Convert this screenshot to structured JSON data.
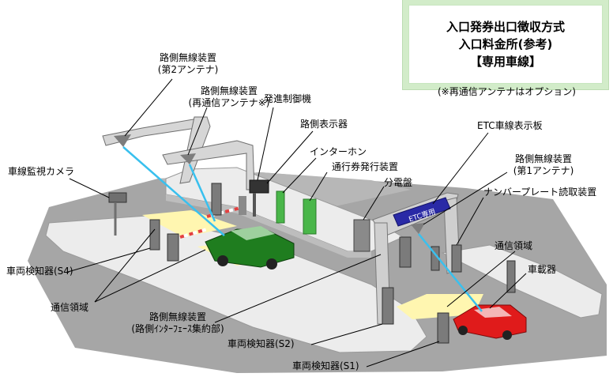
{
  "title": {
    "line1": "入口発券出口徴収方式",
    "line2": "入口料金所(参考)",
    "line3": "【専用車線】"
  },
  "note": "(※再通信アンテナはオプション)",
  "labels": {
    "antenna2_line1": "路側無線装置",
    "antenna2_line2": "(第2アンテナ)",
    "reantenna_line1": "路側無線装置",
    "reantenna_line2": "(再通信アンテナ※)",
    "departure_controller": "発進制御機",
    "roadside_display": "路側表示器",
    "interphone": "インターホン",
    "ticket_issuer": "通行券発行装置",
    "distribution_board": "分電盤",
    "etc_lane_sign": "ETC車線表示板",
    "antenna1_line1": "路側無線装置",
    "antenna1_line2": "(第1アンテナ)",
    "plate_reader": "ナンバープレート読取装置",
    "comm_area_right": "通信領域",
    "onboard_unit": "車載器",
    "lane_camera": "車線監視カメラ",
    "vehicle_detector_s4": "車両検知器(S4)",
    "comm_area_left": "通信領域",
    "interface_line1": "路側無線装置",
    "interface_line2": "(路側ｲﾝﾀｰﾌｪｰｽ集約部)",
    "vehicle_detector_s2": "車両検知器(S2)",
    "vehicle_detector_s1": "車両検知器(S1)"
  },
  "gantry_sign_text": "ETC専用",
  "colors": {
    "road": "#a6a6a6",
    "island": "#ececec",
    "comm_zone": "#fff6b0",
    "wave": "#39c0ee",
    "green_car": "#1f7d1f",
    "red_car": "#e01b1b",
    "sign": "#2a2aa6",
    "frame": "#c9c9c9",
    "green_device": "#49b649"
  }
}
